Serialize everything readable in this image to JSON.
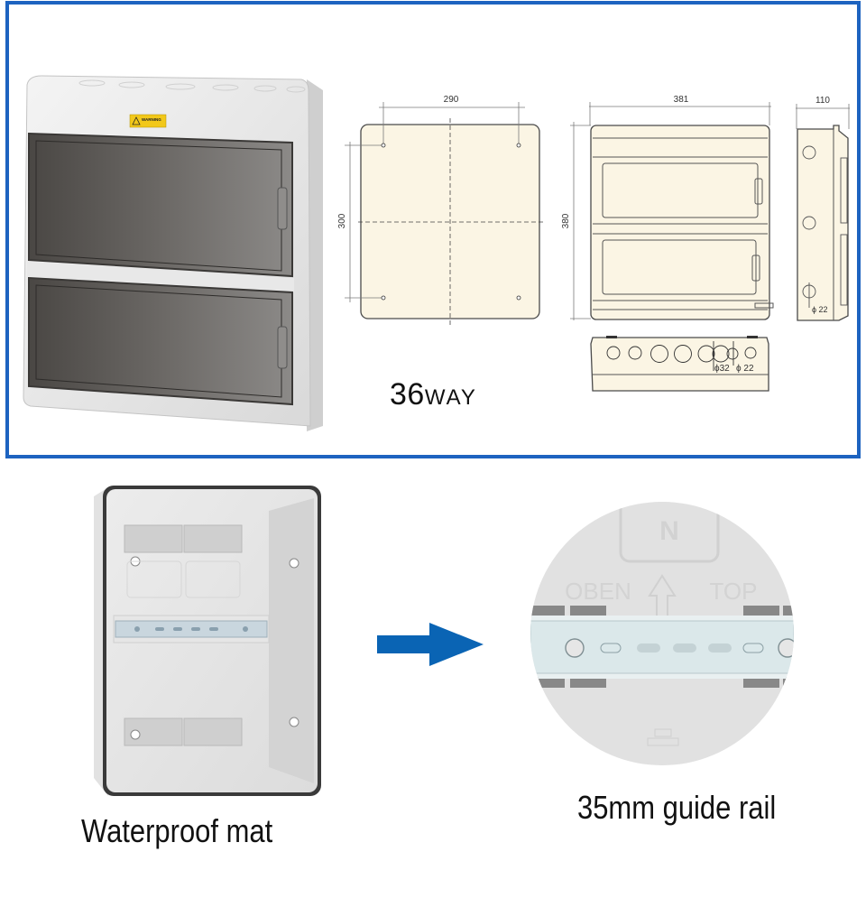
{
  "top_panel": {
    "border_color": "#1d63c0",
    "product_label": {
      "number": "36",
      "unit": "WAY"
    },
    "warning_sticker": "WARNING",
    "drawings": {
      "mounting_plate": {
        "width_label": "290",
        "height_label": "300"
      },
      "front_view": {
        "width_label": "381",
        "height_label": "380"
      },
      "side_view": {
        "depth_label": "110",
        "hole_label": "ϕ 22"
      },
      "bottom_view": {
        "large_hole_label": "ϕ32",
        "small_hole_label": "ϕ 22"
      }
    }
  },
  "bottom_panel": {
    "left_caption": "Waterproof mat",
    "right_caption": "35mm guide rail",
    "arrow_color": "#0a64b4",
    "rail_markings": {
      "oben": "OBEN",
      "top": "TOP",
      "n": "N"
    }
  }
}
